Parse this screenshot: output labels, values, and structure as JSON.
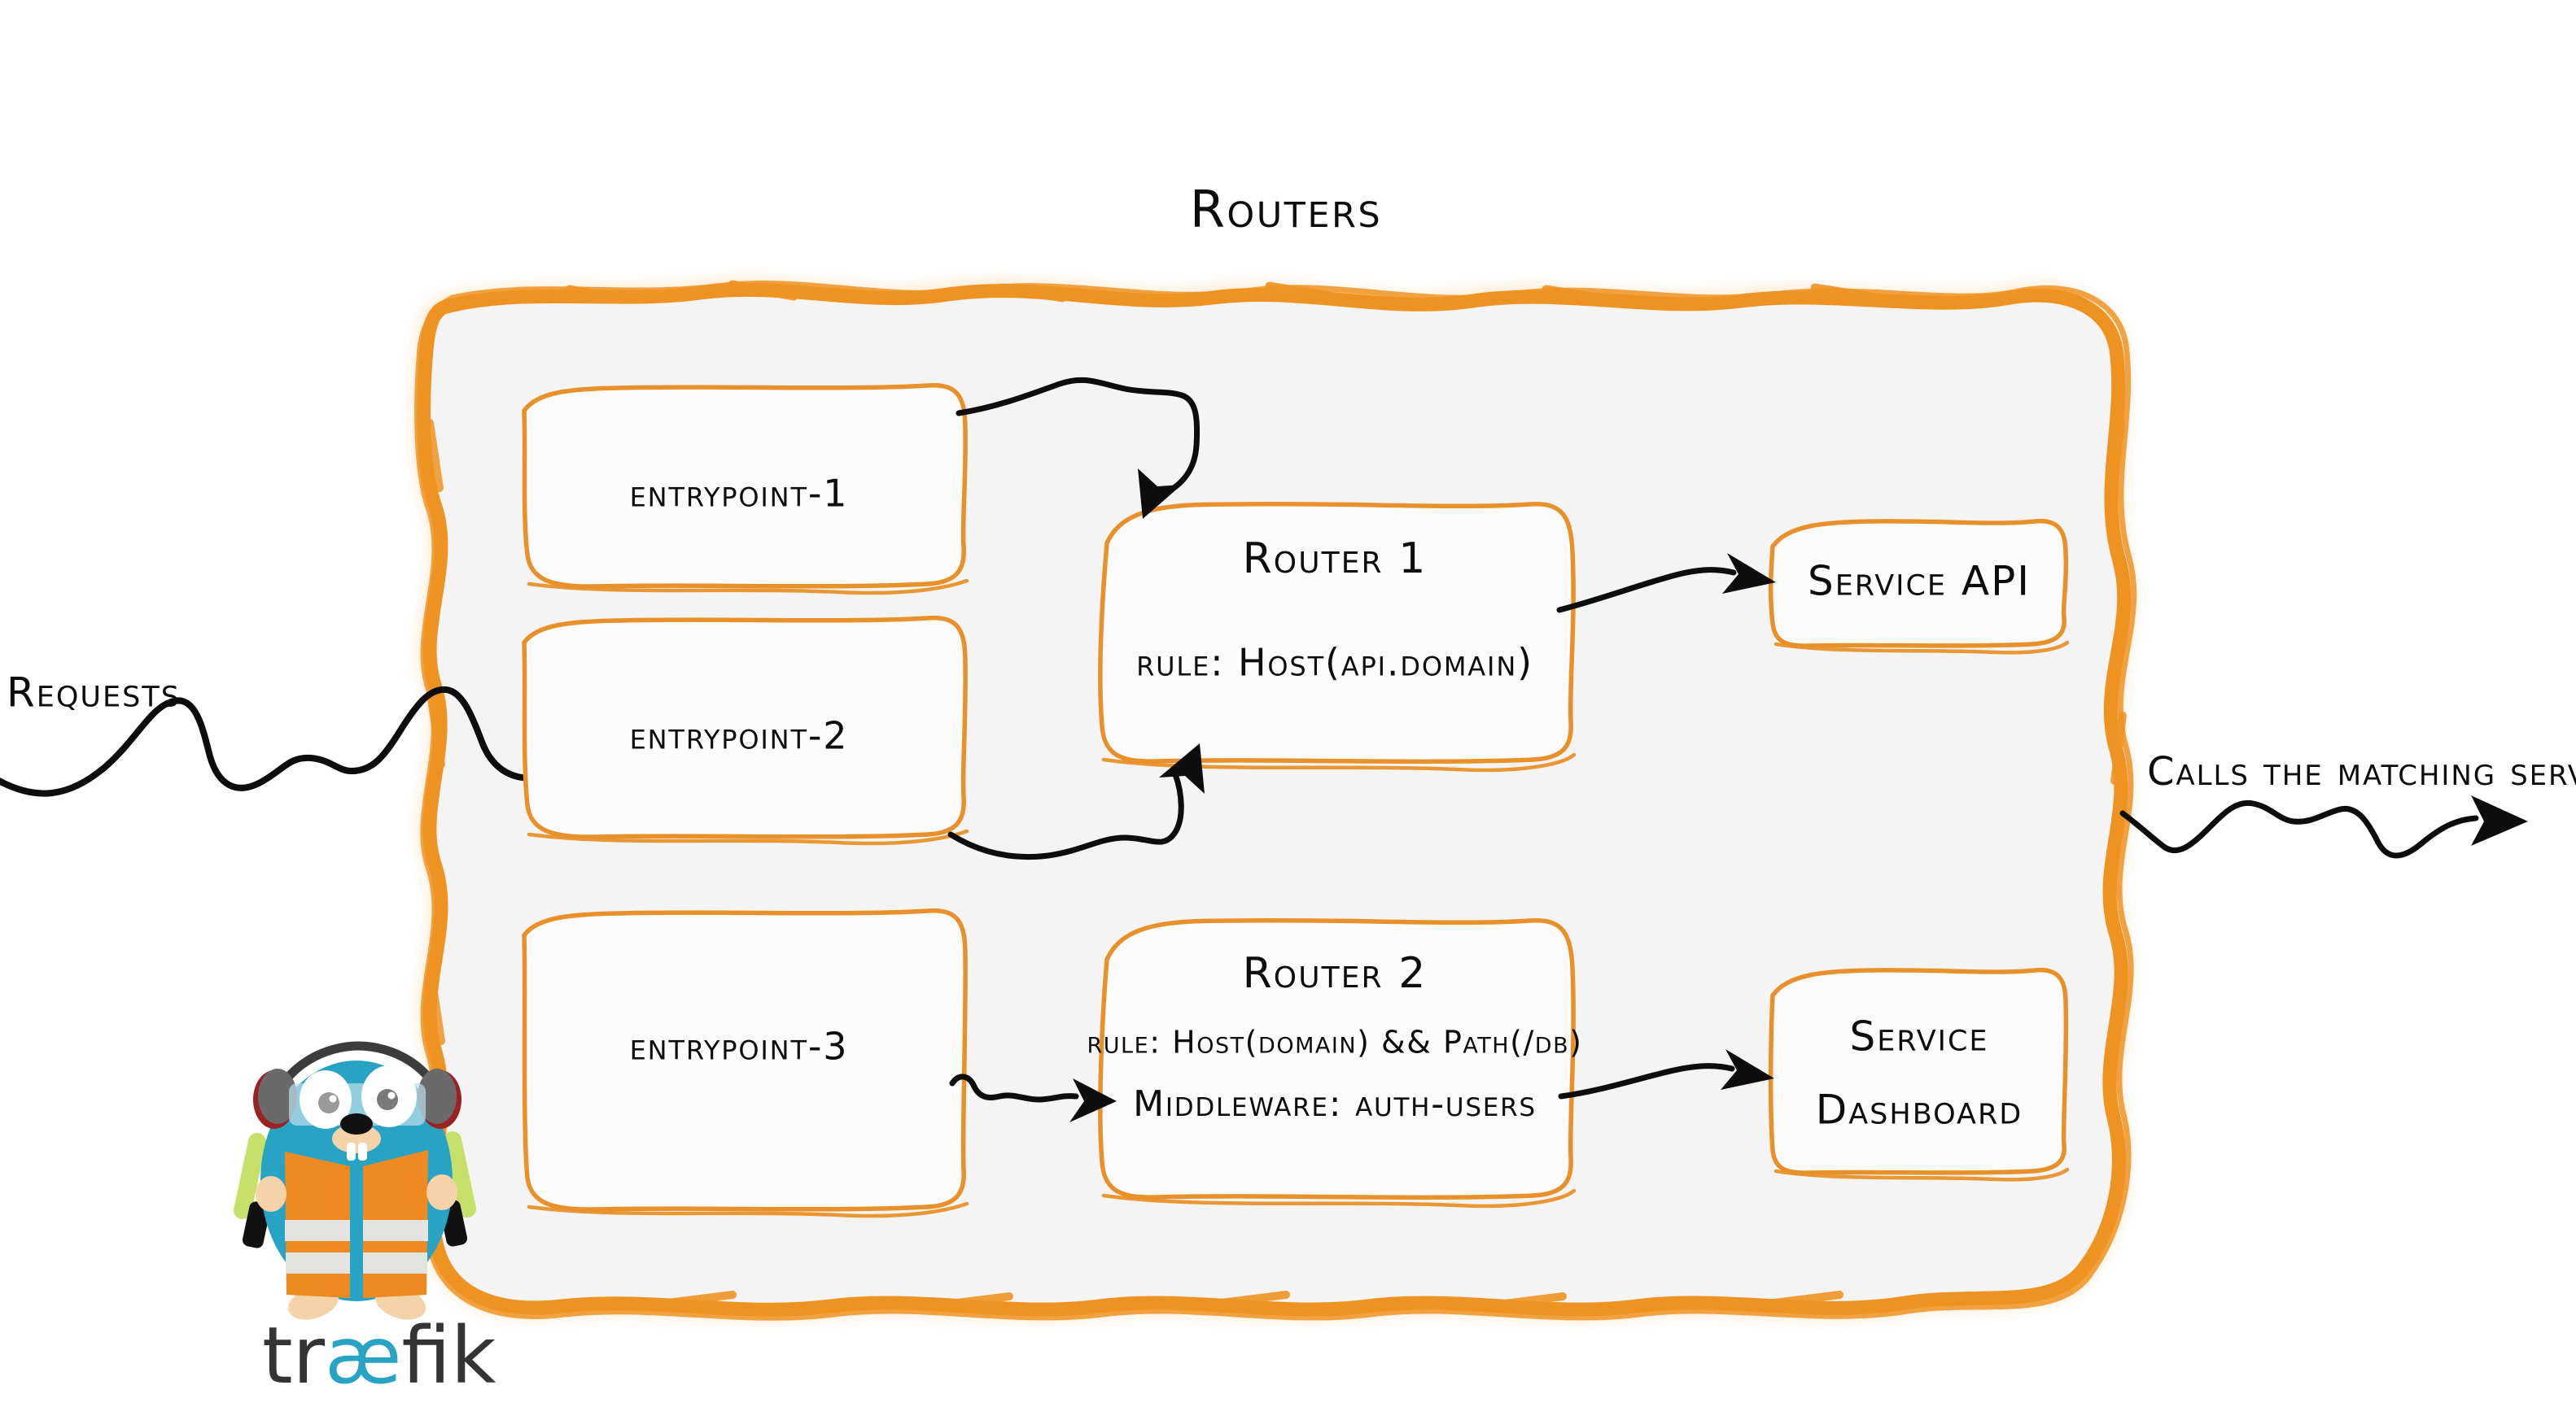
{
  "diagram": {
    "title": "Routers",
    "theme": {
      "accent_orange": "#ee9322",
      "panel_fill": "#f4f4f4",
      "box_stroke": "#e8912a",
      "ink": "#0d0d0d",
      "gopher_body": "#29a3c4",
      "gopher_vest": "#ef8a22",
      "gopher_stripe": "#e3e4e0",
      "gopher_wand": "#c7e06a",
      "logo_dark": "#343433",
      "logo_accent": "#29a3c4"
    }
  },
  "labels": {
    "requests": "Requests",
    "calls_server": "Calls the matching server"
  },
  "entrypoints": [
    {
      "id": "entrypoint-1",
      "label": "entrypoint-1"
    },
    {
      "id": "entrypoint-2",
      "label": "entrypoint-2"
    },
    {
      "id": "entrypoint-3",
      "label": "entrypoint-3"
    }
  ],
  "routers": [
    {
      "id": "router-1",
      "title": "Router 1",
      "lines": [
        "rule: Host(api.domain)"
      ]
    },
    {
      "id": "router-2",
      "title": "Router 2",
      "lines": [
        "rule: Host(domain) && Path(/db)",
        "Middleware: auth-users"
      ]
    }
  ],
  "services": [
    {
      "id": "service-api",
      "lines": [
        "Service API"
      ]
    },
    {
      "id": "service-dashboard",
      "lines": [
        "Service",
        "Dashboard"
      ]
    }
  ],
  "logo": {
    "part_1": "tr",
    "part_2": "æ",
    "part_3": "fik",
    "alt": "traefik"
  },
  "icons": {
    "gopher": "gopher-mascot-icon",
    "arrow_requests": "wavy-arrow-icon",
    "arrow_calls": "wavy-arrow-icon"
  }
}
